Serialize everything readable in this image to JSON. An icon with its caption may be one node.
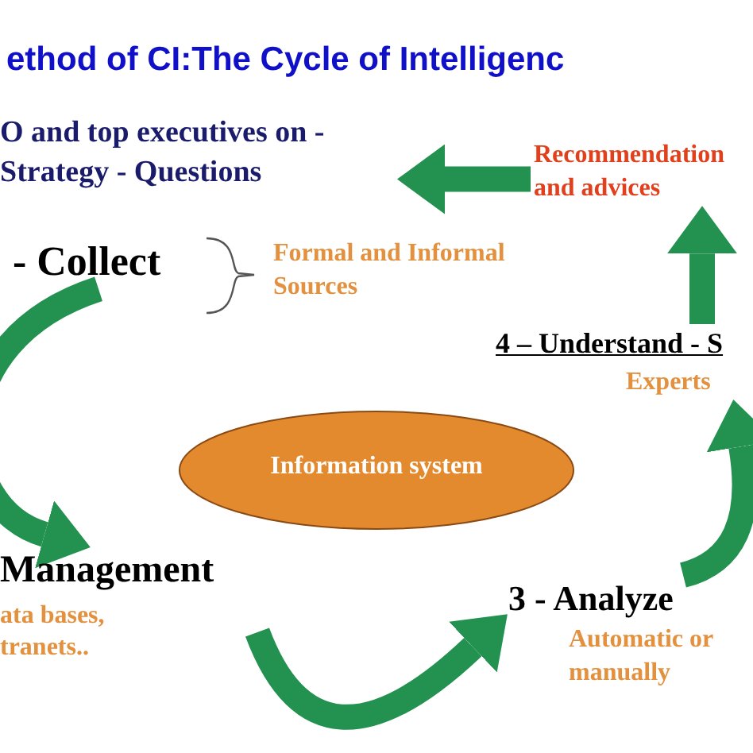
{
  "diagram": {
    "title": "ethod of CI:The Cycle of Intelligenc",
    "nodes": [
      {
        "text": [
          "O and top executives on - Strategy - Questions"
        ]
      },
      {
        "text": [
          "Recommendation and advices"
        ]
      },
      {
        "text": [
          "- Collect"
        ]
      },
      {
        "text": [
          "Management"
        ],
        "beside": [
          "ata bases, tranets.."
        ]
      },
      {
        "text": [
          "3 - Analyze"
        ],
        "beside": [
          "Automatic or manually"
        ]
      },
      {
        "text": [
          "4 – Understand - S"
        ],
        "beside": [
          "Experts"
        ]
      },
      {
        "text": [
          "Information system"
        ]
      }
    ],
    "edges": [
      {
        "from": 1,
        "to": 0,
        "arrow": "to"
      },
      {
        "from": 5,
        "to": 1,
        "arrow": "to"
      },
      {
        "from": 2,
        "to": 3,
        "arrow": "to"
      },
      {
        "from": 3,
        "to": 4,
        "arrow": "to"
      },
      {
        "from": 4,
        "to": 5,
        "arrow": "to"
      }
    ],
    "labels": [
      "Formal and Informal Sources"
    ]
  }
}
